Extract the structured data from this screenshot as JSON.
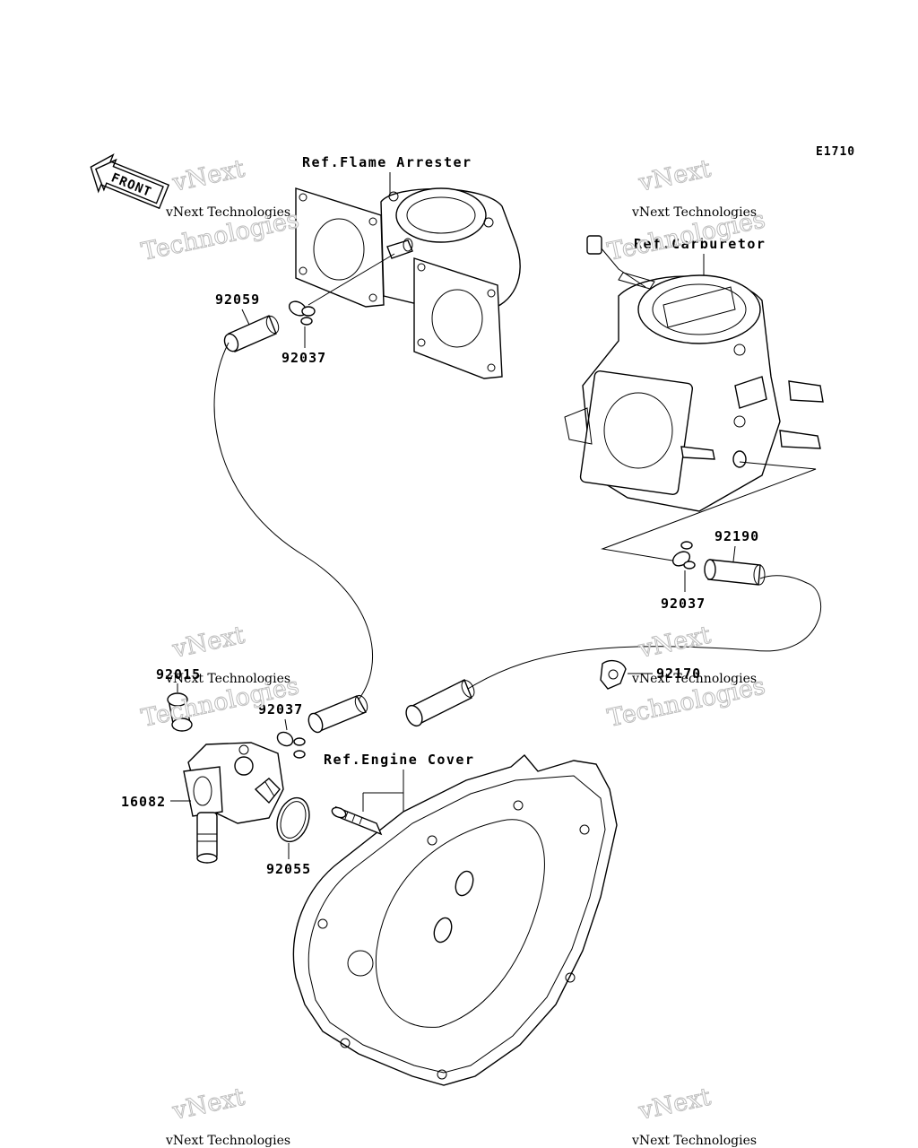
{
  "diagram_code": "E1710",
  "references": {
    "flame_arrester": "Ref.Flame Arrester",
    "carburetor": "Ref.Carburetor",
    "engine_cover": "Ref.Engine Cover"
  },
  "direction_arrow": "FRONT",
  "part_numbers": {
    "hose_92059": "92059",
    "clamp_92037_a": "92037",
    "hose_92190": "92190",
    "clamp_92037_b": "92037",
    "fitting_92015": "92015",
    "clamp_92037_c": "92037",
    "clip_92170": "92170",
    "pump_16082": "16082",
    "oring_92055": "92055"
  },
  "watermark": {
    "line1": "vNext Technologies",
    "line2": "vNext",
    "line3": "Technologies"
  }
}
